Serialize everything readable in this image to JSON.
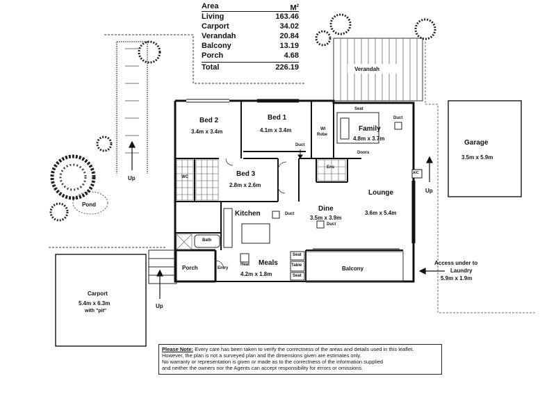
{
  "area_table": {
    "header_label": "Area",
    "header_unit": "M",
    "header_sup": "2",
    "rows": [
      {
        "name": "Living",
        "value": "163.46"
      },
      {
        "name": "Carport",
        "value": "34.02"
      },
      {
        "name": "Verandah",
        "value": "20.84"
      },
      {
        "name": "Balcony",
        "value": "13.19"
      },
      {
        "name": "Porch",
        "value": "4.68"
      }
    ],
    "total_label": "Total",
    "total_value": "226.19"
  },
  "rooms": {
    "bed2": {
      "name": "Bed 2",
      "size": "3.4m x 3.4m"
    },
    "bed1": {
      "name": "Bed 1",
      "size": "4.1m x 3.4m"
    },
    "bed3": {
      "name": "Bed 3",
      "size": "2.8m x 2.6m"
    },
    "family": {
      "name": "Family",
      "size": "4.8m x 3.7m"
    },
    "kitchen": {
      "name": "Kitchen"
    },
    "dine": {
      "name": "Dine",
      "size": "3.5m x 3.9m"
    },
    "lounge": {
      "name": "Lounge",
      "size": "3.6m x 5.4m"
    },
    "meals": {
      "name": "Meals",
      "size": "4.2m x 1.8m"
    },
    "porch": {
      "name": "Porch"
    },
    "entry": {
      "name": "Entry"
    },
    "balcony": {
      "name": "Balcony"
    },
    "verandah": {
      "name": "Verandah"
    },
    "garage": {
      "name": "Garage",
      "size": "3.5m x 5.9m"
    },
    "carport": {
      "name": "Carport",
      "size": "5.4m x 6.3m",
      "note": "with \"pit\""
    },
    "laundry": {
      "name": "Access under to",
      "name2": "Laundry",
      "size": "5.9m x 1.9m"
    }
  },
  "small_labels": {
    "wi_robe_1": "WI",
    "wi_robe_2": "Robe",
    "duct": "Duct",
    "duct_dine": "Duct",
    "duct_family": "Duct",
    "duct_kitchen": "Duct",
    "duct_bed1": "Duct",
    "seat_family": "Seat",
    "doors": "Doors",
    "ens": "Ens",
    "bath": "Bath",
    "wc": "WC",
    "heat": "Heat",
    "seat1": "Seat",
    "table": "Table",
    "seat2": "Seat",
    "ac": "A/C",
    "pond": "Pond"
  },
  "up_labels": [
    "Up",
    "Up",
    "Up"
  ],
  "note": {
    "heading": "Please Note:",
    "line1": " Every care has been taken to verify the correctness of the areas and details used in this leaflet.",
    "line2": "However, the plan is not a surveyed plan and the dimensions given are estimates only.",
    "line3": "No warranty or representation is given or made as to the correctness of the information supplied",
    "line4": "and neither the owners nor the Agents can accept responsibility for errors or omissions."
  }
}
